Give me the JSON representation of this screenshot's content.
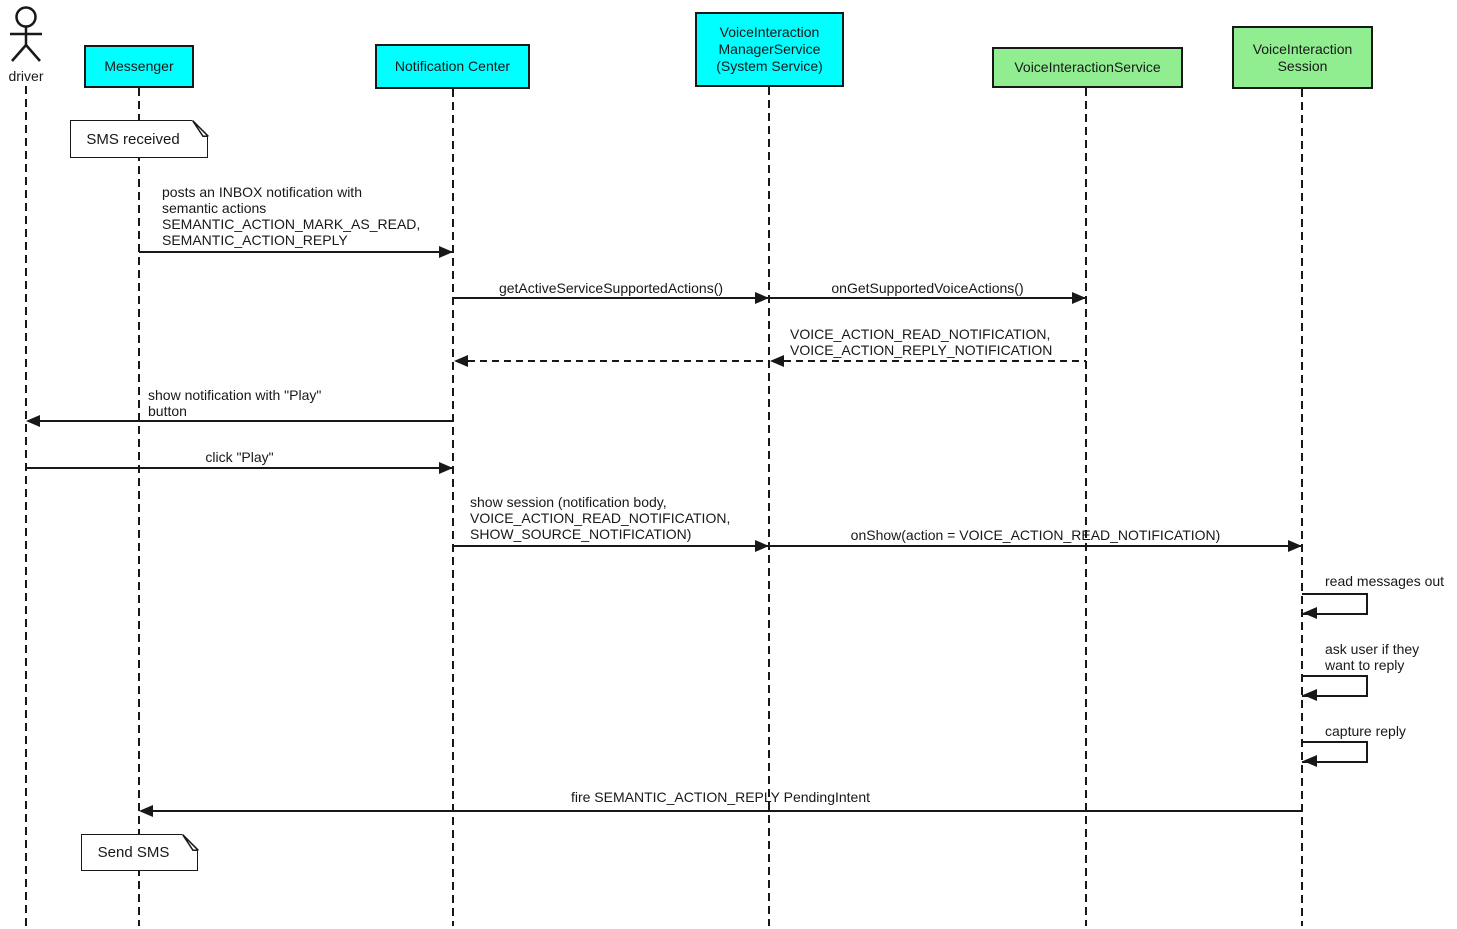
{
  "diagram_type": "uml-sequence",
  "participants": [
    {
      "id": "driver",
      "label": "driver",
      "kind": "actor"
    },
    {
      "id": "messenger",
      "label": "Messenger",
      "kind": "participant",
      "fill": "#00FFFF"
    },
    {
      "id": "notification-center",
      "label": "Notification Center",
      "kind": "participant",
      "fill": "#00FFFF"
    },
    {
      "id": "voice-interaction-manager-service",
      "label": "VoiceInteraction\nManagerService\n(System Service)",
      "kind": "participant",
      "fill": "#00FFFF"
    },
    {
      "id": "voice-interaction-service",
      "label": "VoiceInteractionService",
      "kind": "participant",
      "fill": "#90EE90"
    },
    {
      "id": "voice-interaction-session",
      "label": "VoiceInteraction\nSession",
      "kind": "participant",
      "fill": "#90EE90"
    }
  ],
  "notes": [
    {
      "label": "SMS received",
      "attached_to": "messenger"
    },
    {
      "label": "Send SMS",
      "attached_to": "messenger"
    }
  ],
  "messages": [
    {
      "label": "posts an INBOX notification with\nsemantic actions\nSEMANTIC_ACTION_MARK_AS_READ,\nSEMANTIC_ACTION_REPLY",
      "from": "messenger",
      "to": "notification-center",
      "line": "solid"
    },
    {
      "label": "getActiveServiceSupportedActions()",
      "from": "notification-center",
      "to": "voice-interaction-manager-service",
      "line": "solid"
    },
    {
      "label": "onGetSupportedVoiceActions()",
      "from": "voice-interaction-manager-service",
      "to": "voice-interaction-service",
      "line": "solid"
    },
    {
      "label": "VOICE_ACTION_READ_NOTIFICATION,\nVOICE_ACTION_REPLY_NOTIFICATION",
      "from": "voice-interaction-service",
      "to": "notification-center",
      "line": "dashed-return"
    },
    {
      "label": "show notification with \"Play\"\nbutton",
      "from": "notification-center",
      "to": "driver",
      "line": "solid"
    },
    {
      "label": "click \"Play\"",
      "from": "driver",
      "to": "notification-center",
      "line": "solid"
    },
    {
      "label": "show session (notification body,\nVOICE_ACTION_READ_NOTIFICATION,\nSHOW_SOURCE_NOTIFICATION)",
      "from": "notification-center",
      "to": "voice-interaction-manager-service",
      "line": "solid"
    },
    {
      "label": "onShow(action = VOICE_ACTION_READ_NOTIFICATION)",
      "from": "voice-interaction-manager-service",
      "to": "voice-interaction-session",
      "line": "solid"
    },
    {
      "label": "read messages out",
      "from": "voice-interaction-session",
      "to": "voice-interaction-session",
      "line": "self"
    },
    {
      "label": "ask user if they\nwant to reply",
      "from": "voice-interaction-session",
      "to": "voice-interaction-session",
      "line": "self"
    },
    {
      "label": "capture reply",
      "from": "voice-interaction-session",
      "to": "voice-interaction-session",
      "line": "self"
    },
    {
      "label": "fire SEMANTIC_ACTION_REPLY PendingIntent",
      "from": "voice-interaction-session",
      "to": "messenger",
      "line": "solid"
    }
  ],
  "colors": {
    "participant_cyan": "#00FFFF",
    "participant_green": "#90EE90",
    "line": "#181818",
    "note_background": "#FFFFFF",
    "page_background": "#FFFFFF"
  }
}
